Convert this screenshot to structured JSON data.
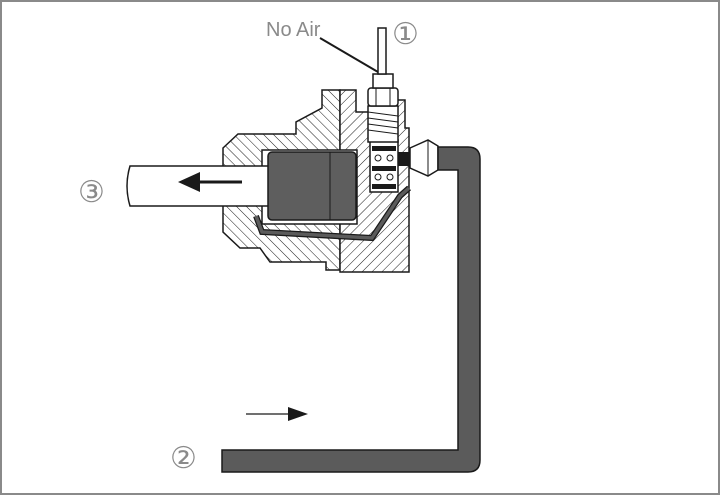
{
  "diagram": {
    "labels": {
      "no_air": "No Air",
      "callout_1": "①",
      "callout_2": "②",
      "callout_3": "③"
    },
    "colors": {
      "outline": "#1a1a1a",
      "hose": "#5b5b5b",
      "piston": "#5e5e5e",
      "label": "#8a8a8a",
      "frame": "#8a8a8a"
    },
    "icons": {
      "flow_arrow_in": "arrow-right-icon",
      "piston_motion": "arrow-left-icon"
    }
  }
}
